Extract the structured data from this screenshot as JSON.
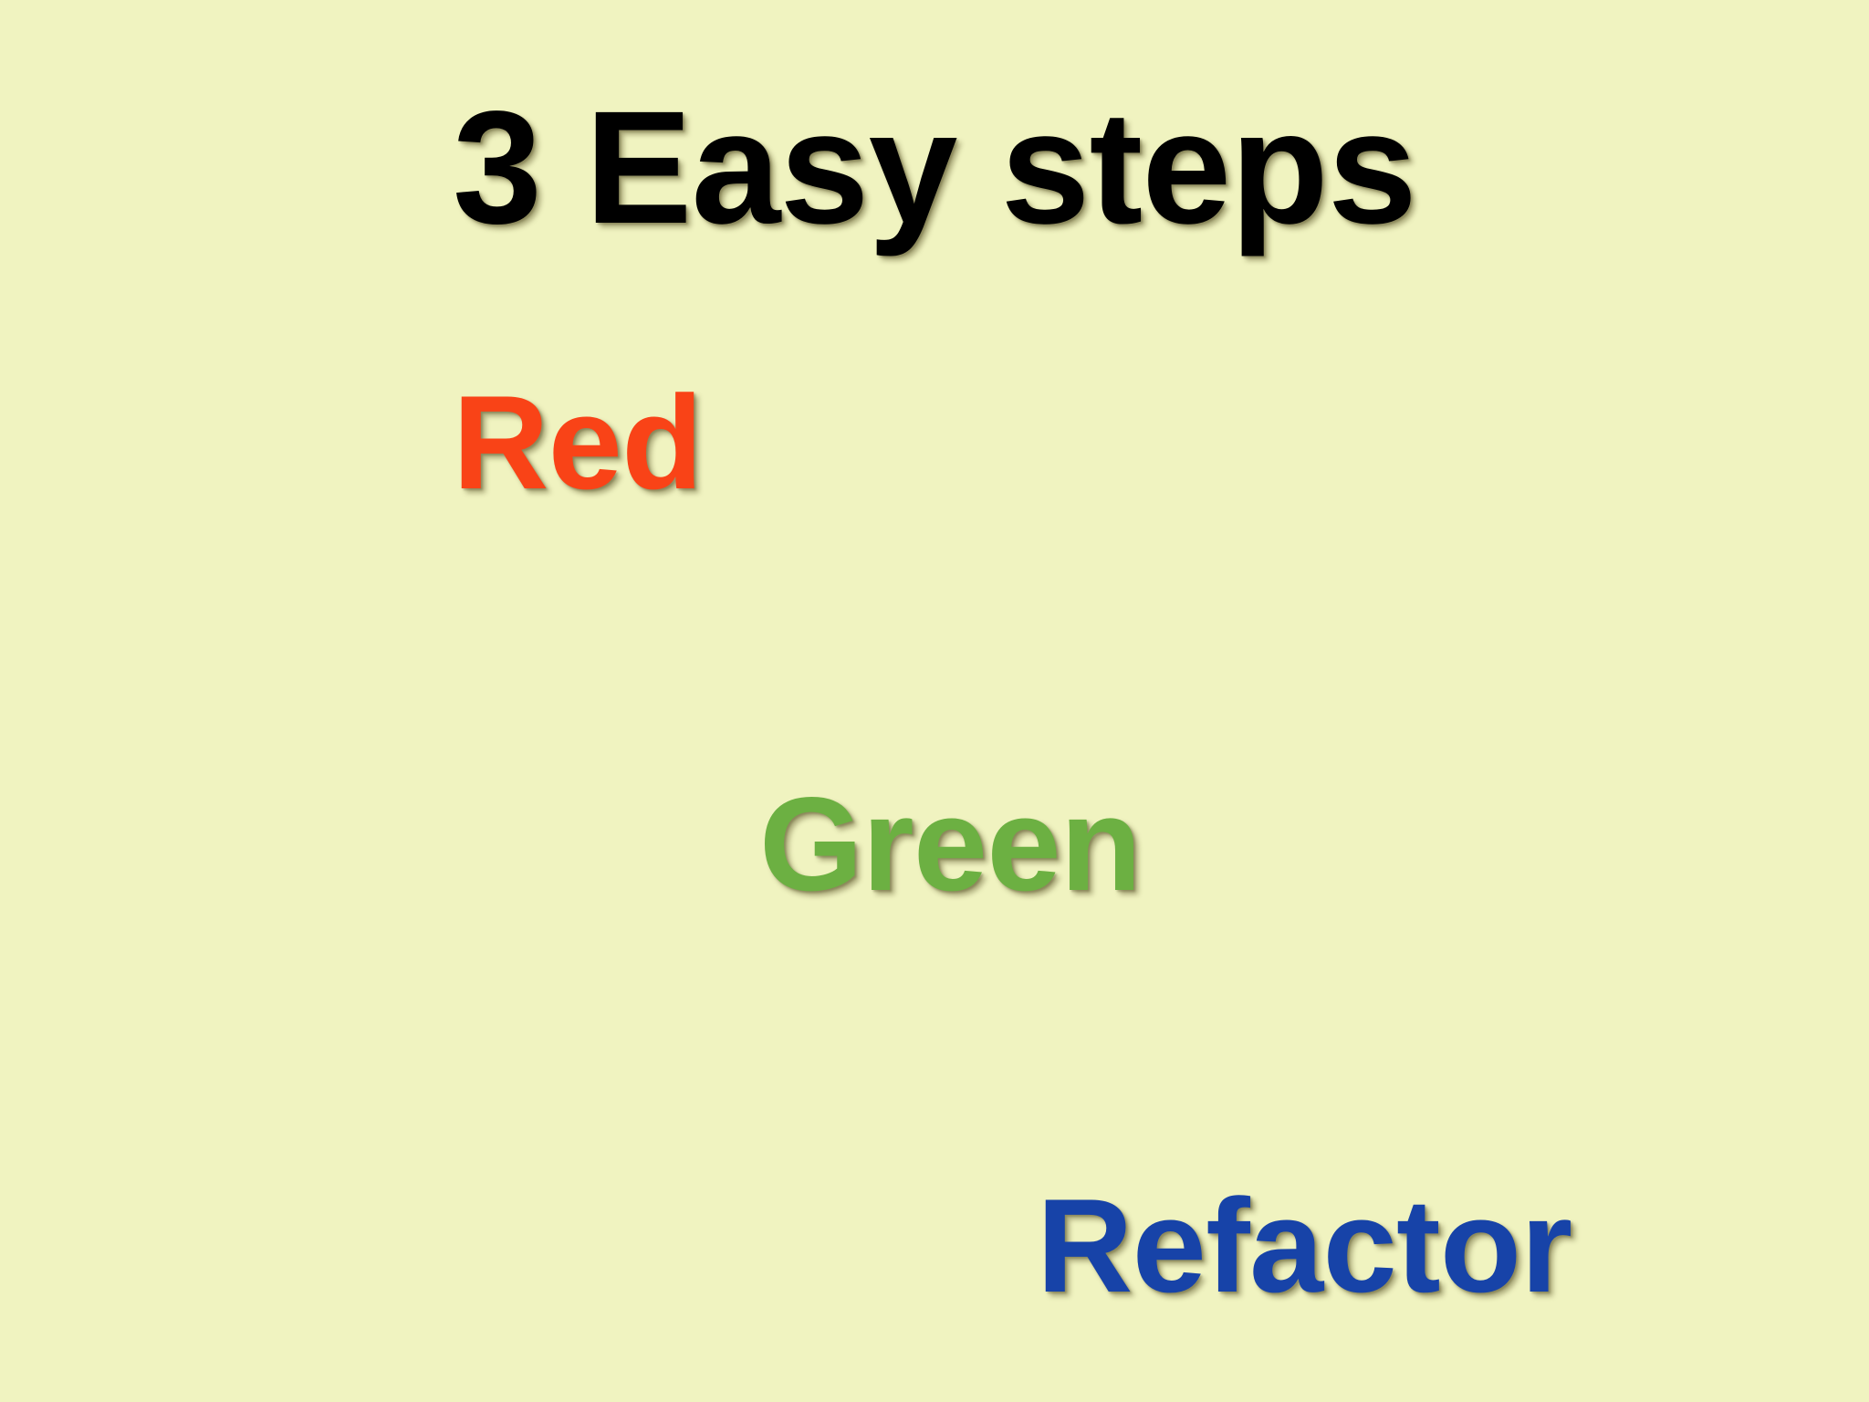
{
  "slide": {
    "title": "3 Easy steps",
    "background_color": "#F0F3C0",
    "title_color": "#000000",
    "steps": [
      {
        "label": "Red",
        "color": "#F94317"
      },
      {
        "label": "Green",
        "color": "#6CB042"
      },
      {
        "label": "Refactor",
        "color": "#1743A8"
      }
    ]
  }
}
